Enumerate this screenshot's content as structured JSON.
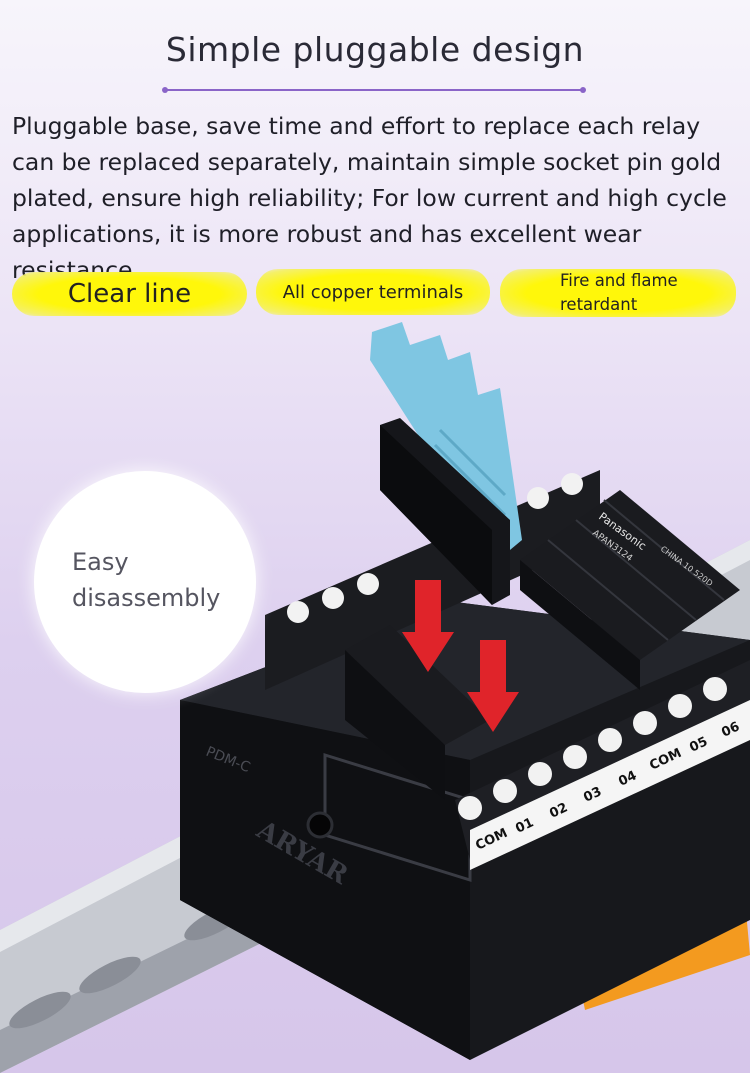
{
  "header": {
    "title": "Simple pluggable design"
  },
  "description": "Pluggable base, save time and effort to replace each relay can be replaced separately, maintain simple socket pin gold plated, ensure high reliability; For low current and high cycle applications, it is more robust and has excellent wear resistance",
  "features": [
    {
      "label": "Clear line"
    },
    {
      "label": "All copper terminals"
    },
    {
      "label": "Fire and flame retardant"
    }
  ],
  "callout": {
    "line1": "Easy",
    "line2": "disassembly"
  },
  "product": {
    "relay_brand": "Panasonic",
    "relay_model": "APAN3124",
    "relay_origin": "CHINA 10 520D",
    "base_model": "PDM-C",
    "base_brand": "ARYAR",
    "terminal_labels": [
      "COM",
      "01",
      "02",
      "03",
      "04",
      "COM",
      "05",
      "06"
    ]
  },
  "colors": {
    "accent_rule": "#8a64c8",
    "highlight_pill": "#fff70a",
    "relay_black": "#1a1b1f",
    "cover_blue": "#7fc6e2",
    "rail_silver": "#c9ccd3",
    "clip_orange": "#f39a1f",
    "arrow_red": "#e0242a"
  }
}
